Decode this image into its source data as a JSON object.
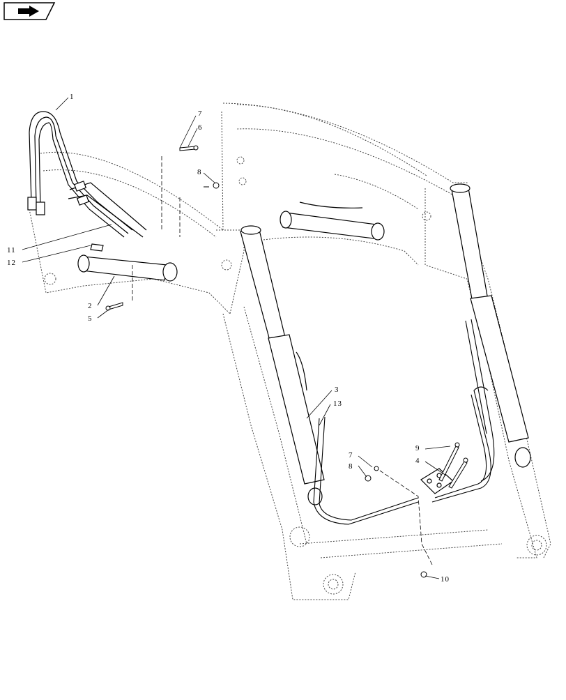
{
  "nav_icon": "next-page-arrow-icon",
  "callouts": [
    {
      "id": "c1",
      "label": "1"
    },
    {
      "id": "c7a",
      "label": "7"
    },
    {
      "id": "c6",
      "label": "6"
    },
    {
      "id": "c8a",
      "label": "8"
    },
    {
      "id": "c11",
      "label": "11"
    },
    {
      "id": "c12",
      "label": "12"
    },
    {
      "id": "c2",
      "label": "2"
    },
    {
      "id": "c5",
      "label": "5"
    },
    {
      "id": "c3",
      "label": "3"
    },
    {
      "id": "c13",
      "label": "13"
    },
    {
      "id": "c9",
      "label": "9"
    },
    {
      "id": "c4",
      "label": "4"
    },
    {
      "id": "c7b",
      "label": "7"
    },
    {
      "id": "c8b",
      "label": "8"
    },
    {
      "id": "c10",
      "label": "10"
    }
  ]
}
